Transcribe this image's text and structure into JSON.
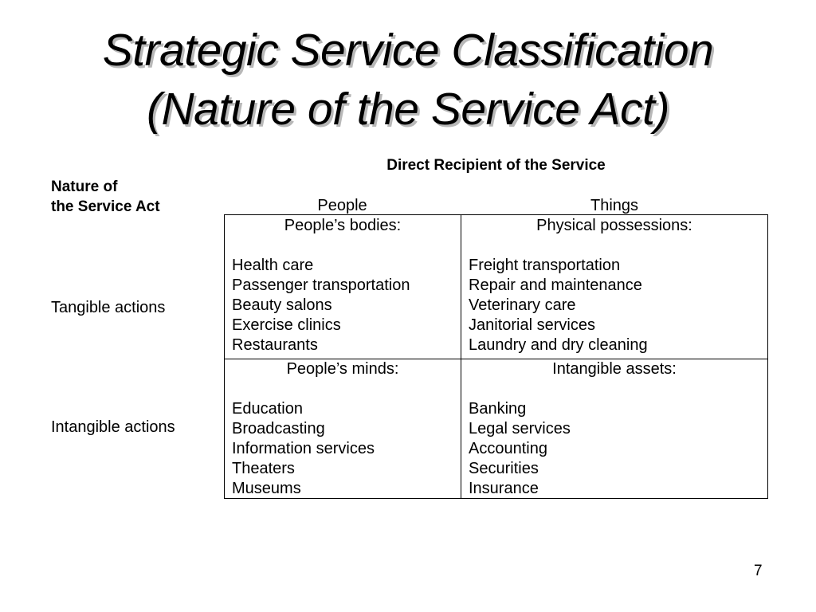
{
  "title": {
    "line1": "Strategic Service Classification",
    "line2": "(Nature of the Service Act)"
  },
  "table": {
    "recipient_header": "Direct Recipient of the Service",
    "nature_header_line1": "Nature of",
    "nature_header_line2": "the Service Act",
    "columns": [
      "People",
      "Things"
    ],
    "rows": [
      {
        "label": "Tangible actions",
        "cells": [
          {
            "heading": "People’s bodies:",
            "items": [
              "Health care",
              "Passenger transportation",
              "Beauty salons",
              "Exercise clinics",
              "Restaurants"
            ]
          },
          {
            "heading": "Physical possessions:",
            "items": [
              "Freight transportation",
              "Repair and maintenance",
              "Veterinary care",
              "Janitorial services",
              "Laundry and dry cleaning"
            ]
          }
        ]
      },
      {
        "label": "Intangible actions",
        "cells": [
          {
            "heading": "People’s minds:",
            "items": [
              "Education",
              "Broadcasting",
              "Information services",
              "Theaters",
              "Museums"
            ]
          },
          {
            "heading": "Intangible assets:",
            "items": [
              "Banking",
              "Legal services",
              "Accounting",
              "Securities",
              "Insurance"
            ]
          }
        ]
      }
    ]
  },
  "page_number": "7"
}
